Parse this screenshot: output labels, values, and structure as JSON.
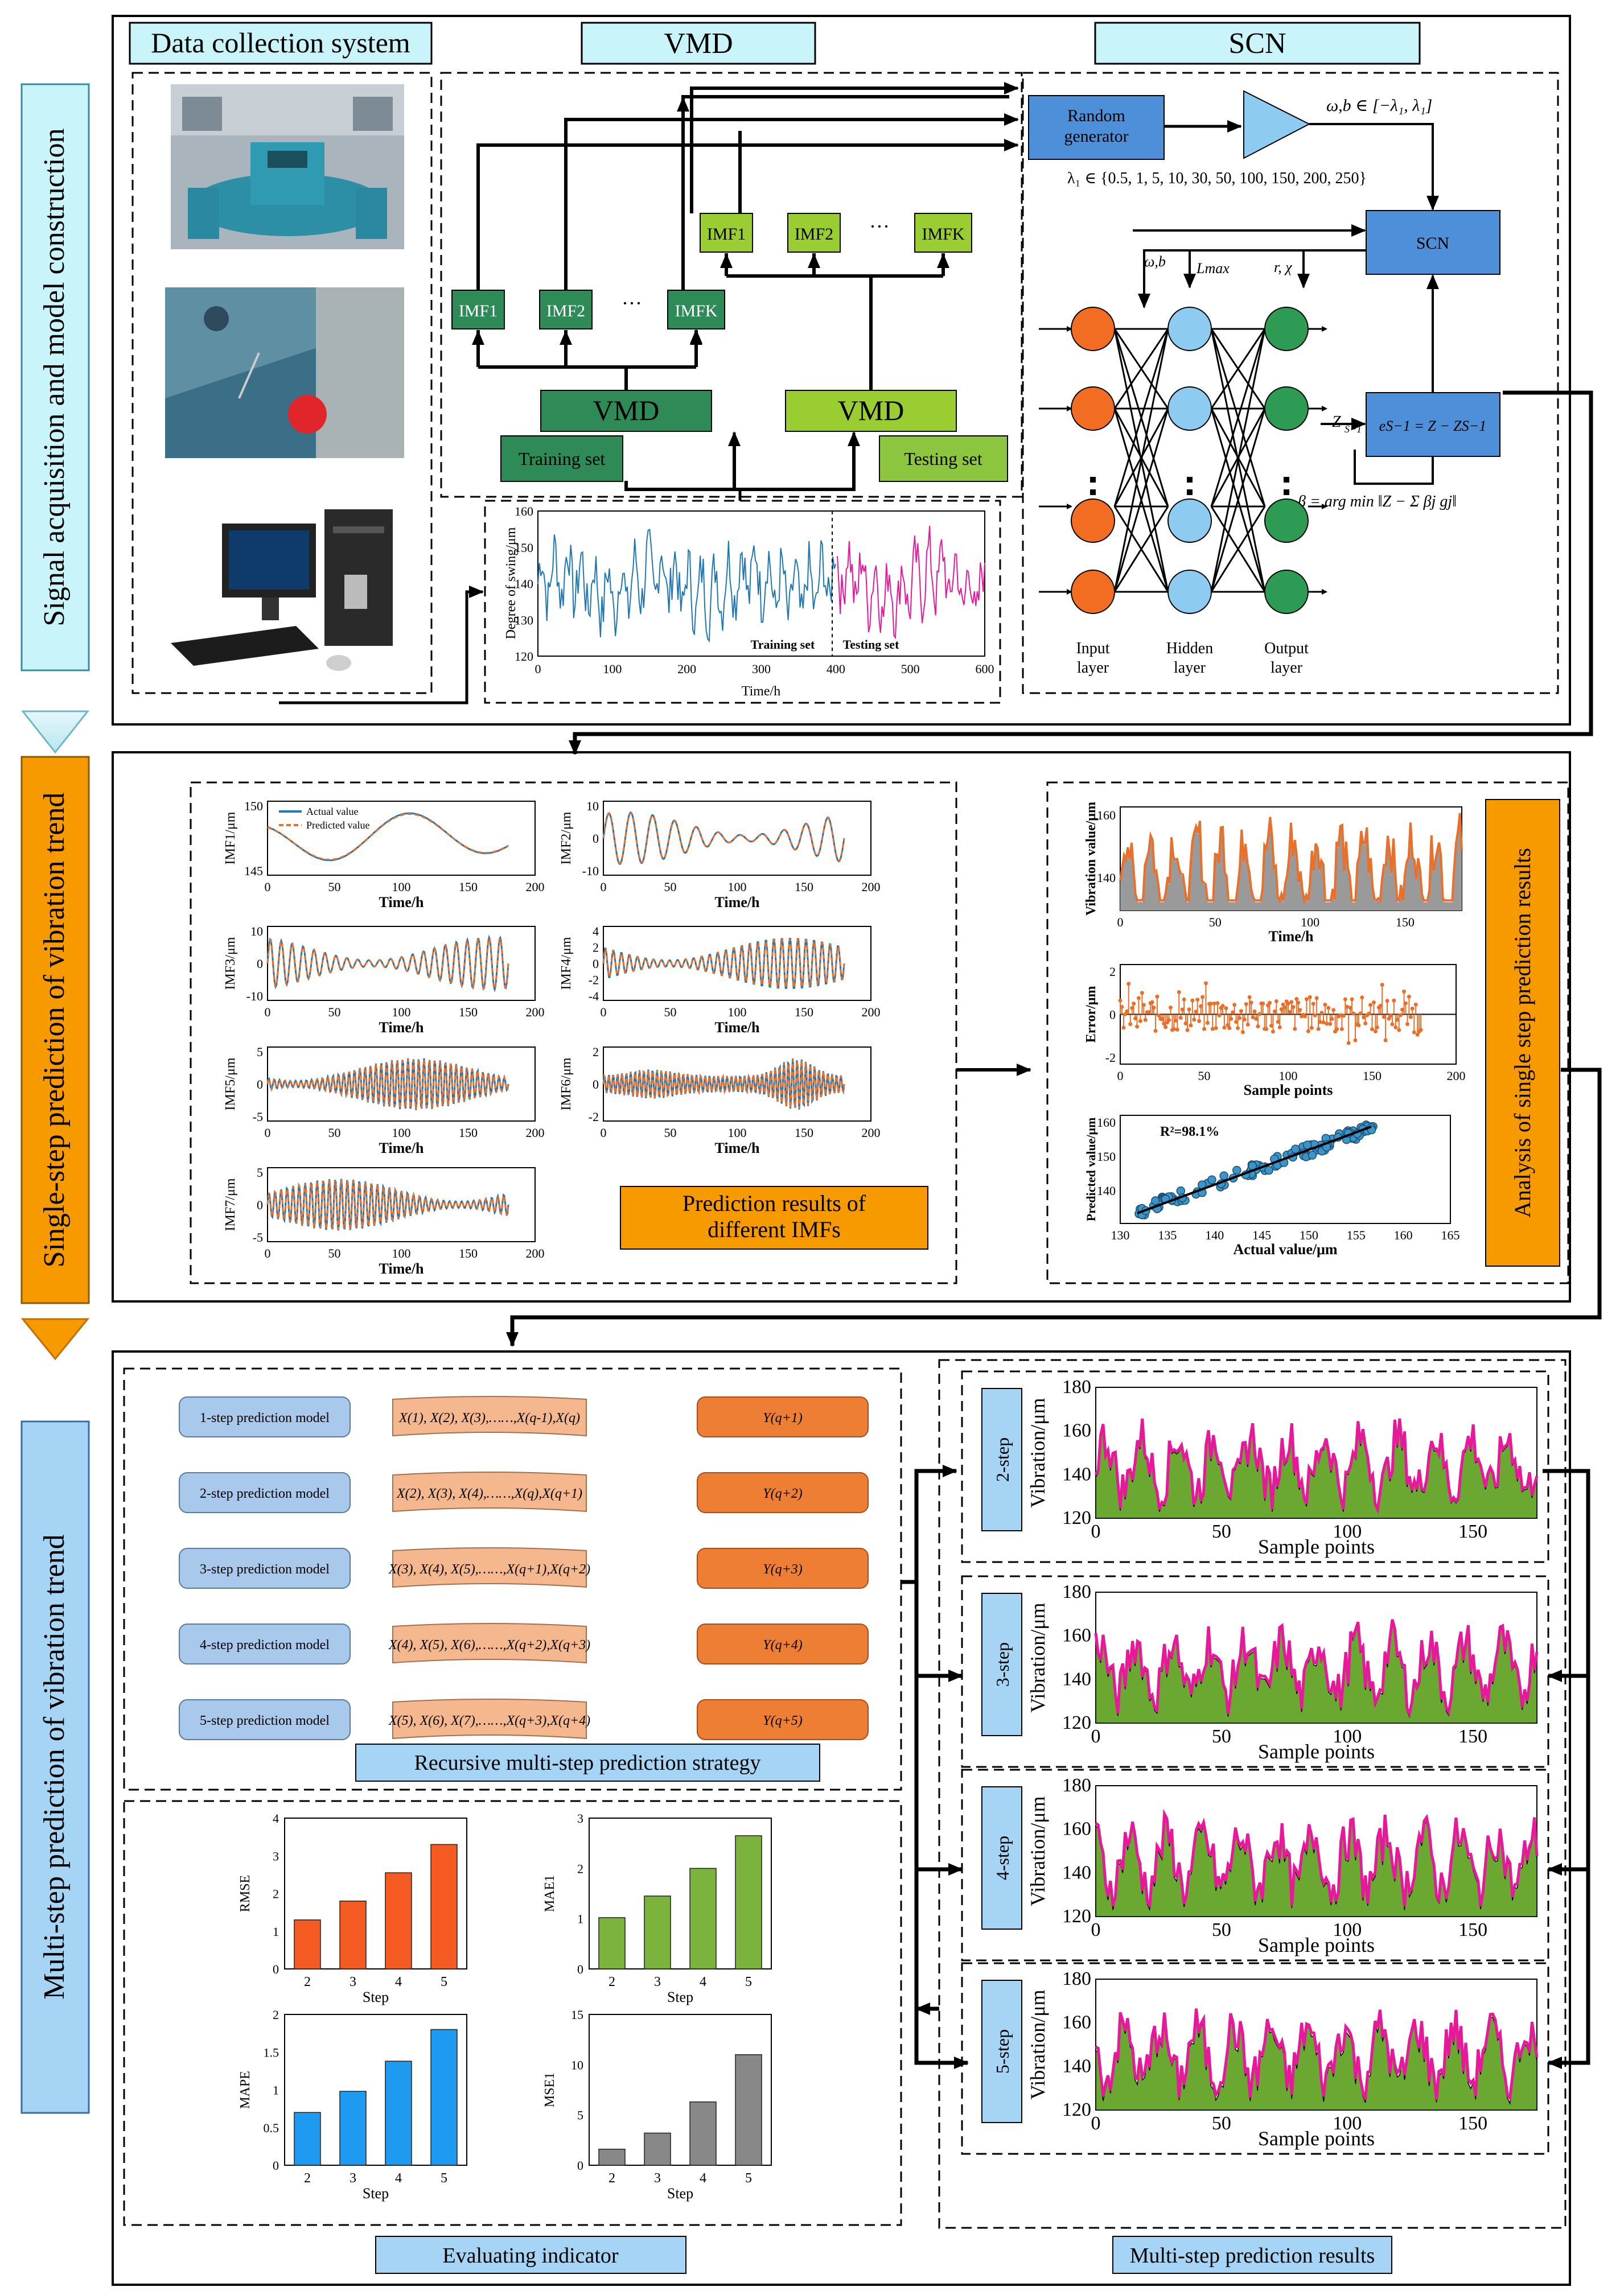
{
  "colors": {
    "cyan_label": "#c9f4f9",
    "orange": "#f79a00",
    "blue_label": "#a6d4f5",
    "dark_green": "#2e8b57",
    "light_green": "#9acd32",
    "lime_box": "#8cc63f",
    "steel_blue": "#4d90d9",
    "input_node": "#f26d21",
    "hidden_node": "#8ecbf0",
    "output_node": "#2e9b55",
    "series_blue": "#1f77b4",
    "series_magenta": "#e6199b",
    "series_orange": "#e8702a",
    "fill_green": "#6aa832",
    "bar_red": "#f45a21",
    "bar_green": "#7bb33c",
    "bar_blue": "#1e9bf0",
    "bar_gray": "#888888",
    "step_box_blue": "#a8c8ec",
    "step_box_peach": "#f5b88e",
    "step_box_orange": "#ee7e33"
  },
  "sections": {
    "s1": "Signal acquisition and model construction",
    "s2": "Single-step prediction of vibration trend",
    "s3": "Multi-step prediction of vibration trend"
  },
  "headers": {
    "dcs": "Data collection system",
    "vmd": "VMD",
    "scn": "SCN"
  },
  "vmd_block": {
    "train_imfs": [
      "IMF1",
      "IMF2",
      "IMFK"
    ],
    "test_imfs": [
      "IMF1",
      "IMF2",
      "IMFK"
    ],
    "ellipsis": "···",
    "vmd_label": "VMD",
    "training_set": "Training set",
    "testing_set": "Testing set"
  },
  "scn_block": {
    "random_generator": "Random\ngenerator",
    "omega_range": "ω,b ∈ [−λ₁, λ₁]",
    "lambda_set": "λ₁ ∈ {0.5, 1, 5, 10, 30, 50, 100, 150, 200, 250}",
    "scn_box": "SCN",
    "wb": "ω,b",
    "lmax": "Lmax",
    "rchi": "r, χ",
    "z_label": "Z",
    "z_sub": "S−1",
    "err_box": "eS−1 = Z − ZS−1",
    "beta_formula": "β = arg min ‖Z − Σ βj gj‖",
    "input_layer": "Input\nlayer",
    "hidden_layer": "Hidden\nlayer",
    "output_layer": "Output\nlayer"
  },
  "swing_chart": {
    "ylabel": "Degree of swing/μm",
    "xlabel": "Time/h",
    "training": "Training set",
    "testing": "Testing set",
    "xticks": [
      "0",
      "100",
      "200",
      "300",
      "400",
      "500",
      "600"
    ],
    "yticks": [
      "120",
      "130",
      "140",
      "150",
      "160"
    ]
  },
  "imf_charts": [
    {
      "ylabel": "IMF1/μm",
      "yticks": [
        "145",
        "150"
      ],
      "amp": 3,
      "freq": 1,
      "kind": "trend",
      "legend": [
        "Actual value",
        "Predicted value"
      ]
    },
    {
      "ylabel": "IMF2/μm",
      "yticks": [
        "-10",
        "0",
        "10"
      ],
      "amp": 6,
      "freq": 11,
      "kind": "sine"
    },
    {
      "ylabel": "IMF3/μm",
      "yticks": [
        "-10",
        "0",
        "10"
      ],
      "amp": 4,
      "freq": 22,
      "kind": "sine"
    },
    {
      "ylabel": "IMF4/μm",
      "yticks": [
        "-4",
        "-2",
        "0",
        "2",
        "4"
      ],
      "amp": 3,
      "freq": 30,
      "kind": "sine"
    },
    {
      "ylabel": "IMF5/μm",
      "yticks": [
        "-5",
        "0",
        "5"
      ],
      "amp": 3,
      "freq": 45,
      "kind": "sine"
    },
    {
      "ylabel": "IMF6/μm",
      "yticks": [
        "-2",
        "0",
        "2"
      ],
      "amp": 1.5,
      "freq": 55,
      "kind": "burst"
    },
    {
      "ylabel": "IMF7/μm",
      "yticks": [
        "-5",
        "0",
        "5"
      ],
      "amp": 3,
      "freq": 40,
      "kind": "sine"
    }
  ],
  "imf_common": {
    "xlabel": "Time/h",
    "xticks": [
      "0",
      "50",
      "100",
      "150",
      "200"
    ]
  },
  "pred_label": "Prediction results of\ndifferent IMFs",
  "analysis_label": "Analysis of single step prediction results",
  "analysis": {
    "a1": {
      "ylabel": "Vibration value/μm",
      "xlabel": "Time/h",
      "xticks": [
        "0",
        "50",
        "100",
        "150"
      ],
      "yticks": [
        "140",
        "160"
      ]
    },
    "a2": {
      "ylabel": "Error/μm",
      "xlabel": "Sample points",
      "xticks": [
        "0",
        "50",
        "100",
        "150",
        "200"
      ],
      "yticks": [
        "-2",
        "0",
        "2"
      ]
    },
    "a3": {
      "ylabel": "Predicted value/μm",
      "xlabel": "Actual value/μm",
      "r2": "R²=98.1%",
      "xticks": [
        "130",
        "135",
        "140",
        "145",
        "150",
        "155",
        "160",
        "165"
      ],
      "yticks": [
        "140",
        "150",
        "160"
      ]
    }
  },
  "strategy": {
    "rows": [
      {
        "model": "1-step prediction model",
        "input": "X(1), X(2), X(3),……,X(q-1),X(q)",
        "output": "Y(q+1)"
      },
      {
        "model": "2-step prediction model",
        "input": "X(2), X(3), X(4),……,X(q),X(q+1)",
        "output": "Y(q+2)"
      },
      {
        "model": "3-step prediction model",
        "input": "X(3), X(4), X(5),……,X(q+1),X(q+2)",
        "output": "Y(q+3)"
      },
      {
        "model": "4-step prediction model",
        "input": "X(4), X(5), X(6),……,X(q+2),X(q+3)",
        "output": "Y(q+4)"
      },
      {
        "model": "5-step prediction model",
        "input": "X(5), X(6), X(7),……,X(q+3),X(q+4)",
        "output": "Y(q+5)"
      }
    ],
    "caption": "Recursive multi-step prediction strategy"
  },
  "chart_data": [
    {
      "type": "bar",
      "categories": [
        "2",
        "3",
        "4",
        "5"
      ],
      "values": [
        1.3,
        1.8,
        2.55,
        3.3
      ],
      "ylabel": "RMSE",
      "xlabel": "Step",
      "ylim": [
        0,
        4
      ],
      "yticks": [
        "0",
        "1",
        "2",
        "3",
        "4"
      ]
    },
    {
      "type": "bar",
      "categories": [
        "2",
        "3",
        "4",
        "5"
      ],
      "values": [
        1.02,
        1.45,
        2.0,
        2.65
      ],
      "ylabel": "MAE1",
      "xlabel": "Step",
      "ylim": [
        0,
        3
      ],
      "yticks": [
        "0",
        "1",
        "2",
        "3"
      ]
    },
    {
      "type": "bar",
      "categories": [
        "2",
        "3",
        "4",
        "5"
      ],
      "values": [
        0.7,
        0.98,
        1.38,
        1.8
      ],
      "ylabel": "MAPE",
      "xlabel": "Step",
      "ylim": [
        0,
        2
      ],
      "yticks": [
        "0",
        "0.5",
        "1",
        "1.5",
        "2"
      ]
    },
    {
      "type": "bar",
      "categories": [
        "2",
        "3",
        "4",
        "5"
      ],
      "values": [
        1.6,
        3.2,
        6.3,
        11
      ],
      "ylabel": "MSE1",
      "xlabel": "Step",
      "ylim": [
        0,
        15
      ],
      "yticks": [
        "0",
        "5",
        "10",
        "15"
      ]
    }
  ],
  "eval_caption": "Evaluating indicator",
  "multistep": {
    "steps": [
      "2-step",
      "3-step",
      "4-step",
      "5-step"
    ],
    "ylabel": "Vibration/μm",
    "xlabel": "Sample points",
    "xticks": [
      "0",
      "50",
      "100",
      "150"
    ],
    "yticks": [
      "120",
      "140",
      "160",
      "180"
    ],
    "caption": "Multi-step prediction results"
  }
}
